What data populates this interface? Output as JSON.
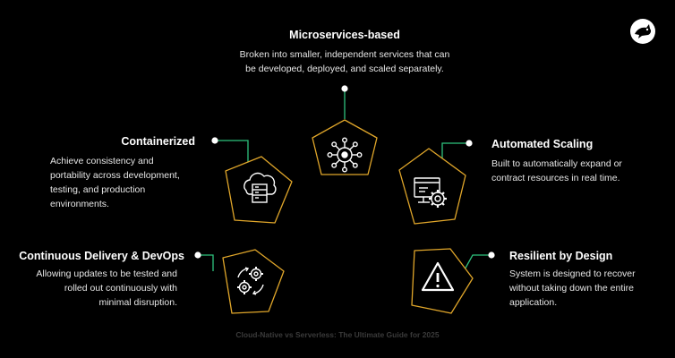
{
  "colors": {
    "background": "#000000",
    "pentagon_stroke": "#e0a62a",
    "connector": "#2ec27e",
    "node": "#ffffff",
    "text": "#ffffff"
  },
  "items": [
    {
      "title": "Microservices-based",
      "desc_lines": [
        "Broken into smaller, independent services that can",
        "be developed, deployed, and scaled separately."
      ],
      "icon": "network-hub-icon"
    },
    {
      "title": "Containerized",
      "desc_lines": [
        "Achieve consistency and",
        "portability across development,",
        "testing, and production",
        "environments."
      ],
      "icon": "cloud-server-icon"
    },
    {
      "title": "Automated Scaling",
      "desc_lines": [
        "Built to automatically expand or",
        "contract resources in real time."
      ],
      "icon": "monitor-gear-icon"
    },
    {
      "title": "Continuous Delivery & DevOps",
      "desc_lines": [
        "Allowing updates to be tested and",
        "rolled out continuously with",
        "minimal disruption."
      ],
      "icon": "gears-cycle-icon"
    },
    {
      "title": "Resilient by Design",
      "desc_lines": [
        "System is designed to recover",
        "without taking down the entire",
        "application."
      ],
      "icon": "warning-triangle-icon"
    }
  ],
  "footer": "Cloud-Native vs Serverless: The Ultimate Guide for 2025",
  "logo_icon": "brand-logo-icon"
}
